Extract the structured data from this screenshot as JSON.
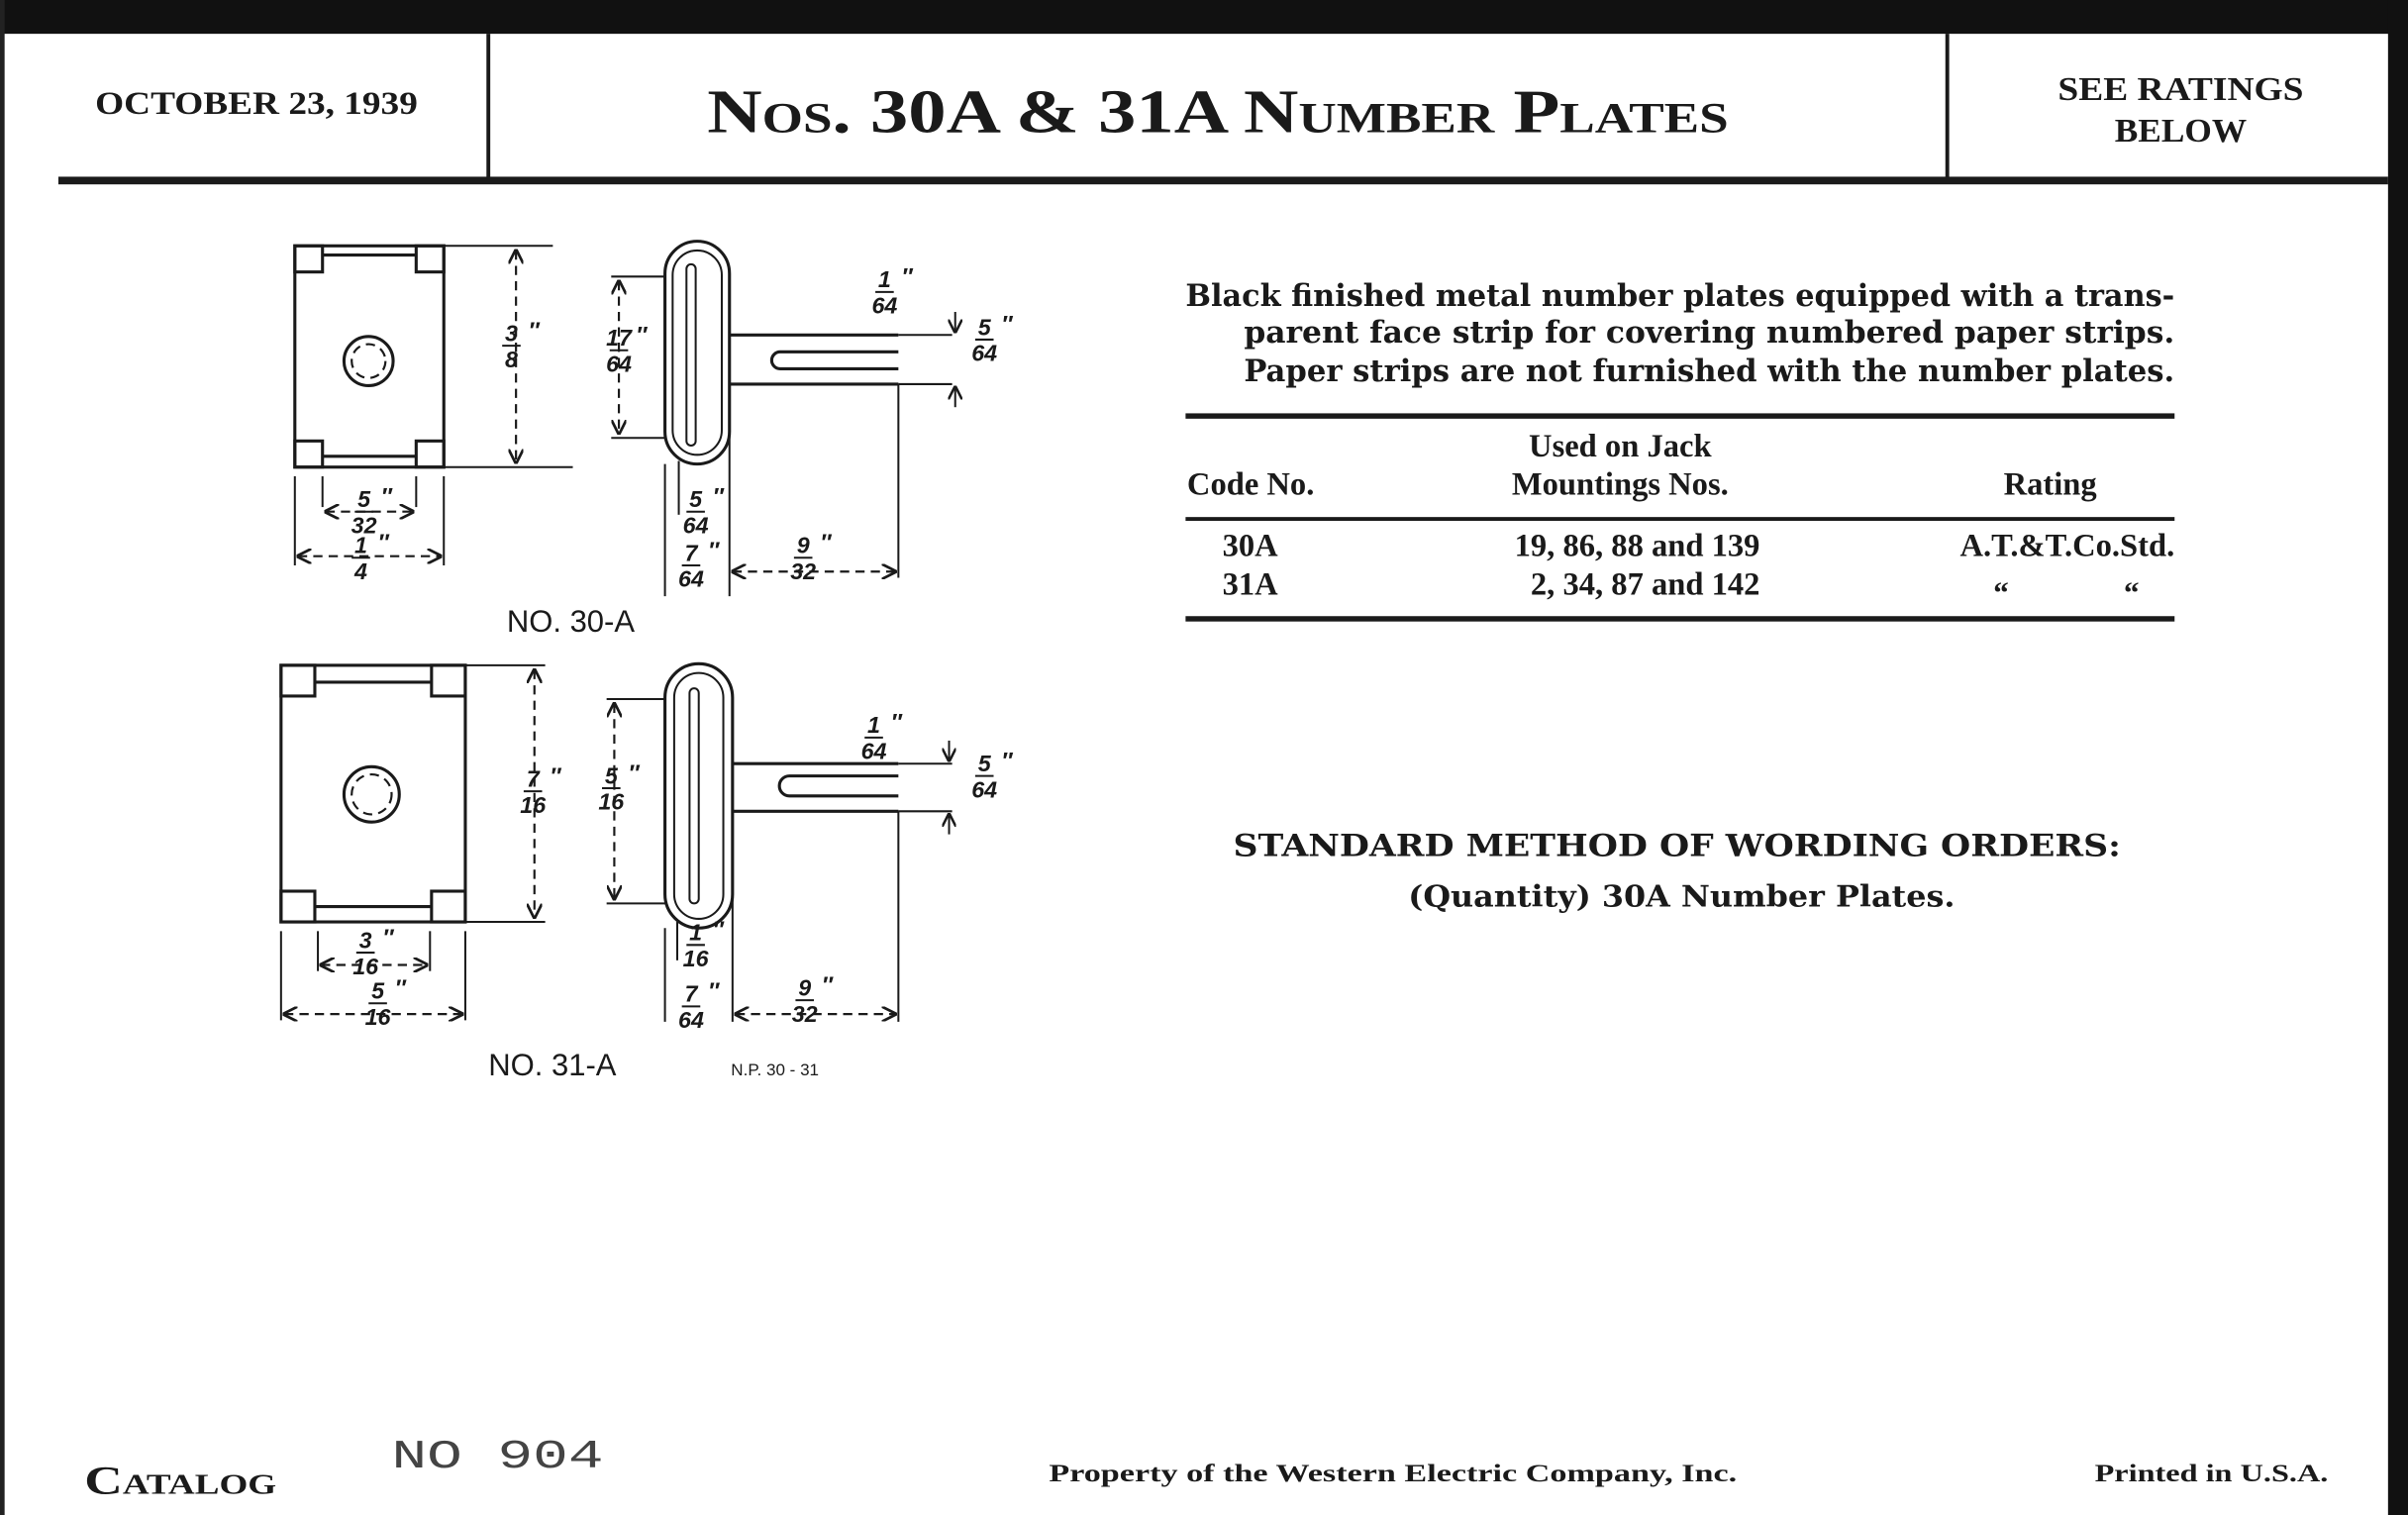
{
  "header": {
    "date": "OCTOBER 23, 1939",
    "title": "Nos. 30A & 31A Number Plates",
    "ratings_line1": "SEE RATINGS",
    "ratings_line2": "BELOW"
  },
  "description": {
    "line1": "Black finished metal number plates equipped with a trans-",
    "line2": "parent face strip for covering numbered paper strips.",
    "line3": "Paper strips are not furnished with the number plates."
  },
  "table": {
    "headers": {
      "code": "Code No.",
      "mountings_line1": "Used on Jack",
      "mountings_line2": "Mountings Nos.",
      "rating": "Rating"
    },
    "rows": [
      {
        "code": "30A",
        "mountings": "19, 86, 88 and 139",
        "rating": "A.T.&T.Co.Std."
      },
      {
        "code": "31A",
        "mountings": "2, 34, 87 and 142",
        "rating_ditto1": "“",
        "rating_ditto2": "“"
      }
    ]
  },
  "ordering": {
    "title": "STANDARD METHOD OF WORDING ORDERS:",
    "example": "(Quantity) 30A Number Plates."
  },
  "drawings": {
    "label_30a": "NO. 30-A",
    "label_31a": "NO. 31-A",
    "drawing_ref": "N.P. 30 - 31",
    "fractions": [
      {
        "num": "3",
        "den": "8"
      },
      {
        "num": "5",
        "den": "32"
      },
      {
        "num": "1",
        "den": "4"
      },
      {
        "num": "17",
        "den": "64"
      },
      {
        "num": "1",
        "den": "64"
      },
      {
        "num": "5",
        "den": "64"
      },
      {
        "num": "5",
        "den": "64"
      },
      {
        "num": "7",
        "den": "64"
      },
      {
        "num": "9",
        "den": "32"
      },
      {
        "num": "7",
        "den": "16"
      },
      {
        "num": "5",
        "den": "16"
      },
      {
        "num": "1",
        "den": "64"
      },
      {
        "num": "5",
        "den": "64"
      },
      {
        "num": "3",
        "den": "16"
      },
      {
        "num": "5",
        "den": "16"
      },
      {
        "num": "1",
        "den": "16"
      },
      {
        "num": "7",
        "den": "64"
      },
      {
        "num": "9",
        "den": "32"
      }
    ]
  },
  "footer": {
    "catalog": "Catalog",
    "catalog_number": "NO 904",
    "property": "Property of the Western Electric Company, Inc.",
    "printed": "Printed in U.S.A."
  }
}
